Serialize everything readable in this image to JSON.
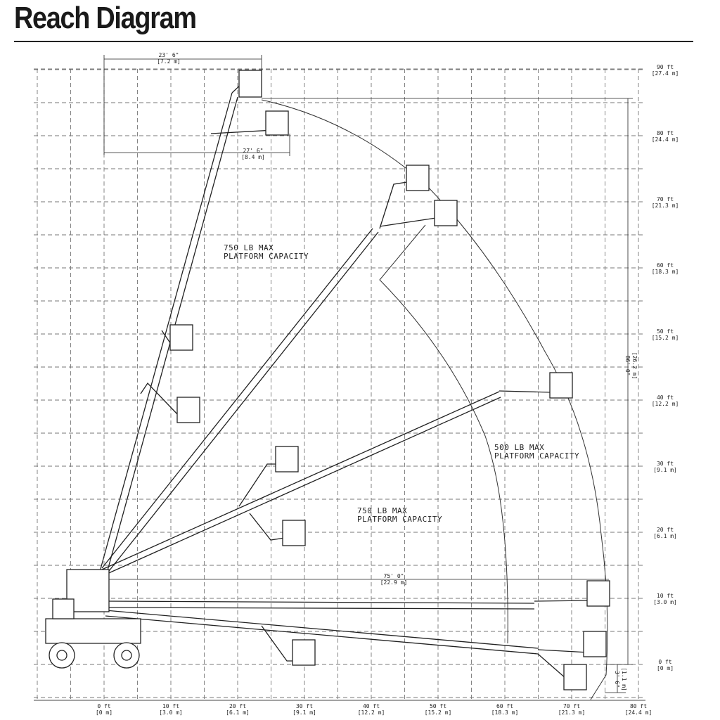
{
  "page": {
    "title": "Reach Diagram"
  },
  "grid": {
    "x_labels": [
      {
        "ft": 0,
        "ft_label": "0 ft",
        "m_label": "[0 m]"
      },
      {
        "ft": 10,
        "ft_label": "10 ft",
        "m_label": "[3.0 m]"
      },
      {
        "ft": 20,
        "ft_label": "20 ft",
        "m_label": "[6.1 m]"
      },
      {
        "ft": 30,
        "ft_label": "30 ft",
        "m_label": "[9.1 m]"
      },
      {
        "ft": 40,
        "ft_label": "40 ft",
        "m_label": "[12.2 m]"
      },
      {
        "ft": 50,
        "ft_label": "50 ft",
        "m_label": "[15.2 m]"
      },
      {
        "ft": 60,
        "ft_label": "60 ft",
        "m_label": "[18.3 m]"
      },
      {
        "ft": 70,
        "ft_label": "70 ft",
        "m_label": "[21.3 m]"
      },
      {
        "ft": 80,
        "ft_label": "80 ft",
        "m_label": "[24.4 m]"
      }
    ],
    "y_labels": [
      {
        "ft": 90,
        "ft_label": "90 ft",
        "m_label": "[27.4 m]"
      },
      {
        "ft": 80,
        "ft_label": "80 ft",
        "m_label": "[24.4 m]"
      },
      {
        "ft": 70,
        "ft_label": "70 ft",
        "m_label": "[21.3 m]"
      },
      {
        "ft": 60,
        "ft_label": "60 ft",
        "m_label": "[18.3 m]"
      },
      {
        "ft": 50,
        "ft_label": "50 ft",
        "m_label": "[15.2 m]"
      },
      {
        "ft": 40,
        "ft_label": "40 ft",
        "m_label": "[12.2 m]"
      },
      {
        "ft": 30,
        "ft_label": "30 ft",
        "m_label": "[9.1 m]"
      },
      {
        "ft": 20,
        "ft_label": "20 ft",
        "m_label": "[6.1 m]"
      },
      {
        "ft": 10,
        "ft_label": "10 ft",
        "m_label": "[3.0 m]"
      },
      {
        "ft": 0,
        "ft_label": "0 ft",
        "m_label": "[0 m]"
      }
    ]
  },
  "dimensions": {
    "top_width": {
      "ft": "23' 6\"",
      "m": "[7.2 m]"
    },
    "upper_width": {
      "ft": "27' 6\"",
      "m": "[8.4 m]"
    },
    "horizontal_reach": {
      "ft": "75' 0\"",
      "m": "[22.9 m]"
    },
    "max_height": {
      "ft": "86' 0\"",
      "m": "[26.2 m]"
    },
    "below_grade": {
      "ft": "3' 6\"",
      "m": "[1.1 m]"
    }
  },
  "capacity_zones": [
    {
      "line1": "750 LB MAX",
      "line2": "PLATFORM CAPACITY"
    },
    {
      "line1": "500 LB MAX",
      "line2": "PLATFORM CAPACITY"
    },
    {
      "line1": "750 LB MAX",
      "line2": "PLATFORM CAPACITY"
    }
  ]
}
